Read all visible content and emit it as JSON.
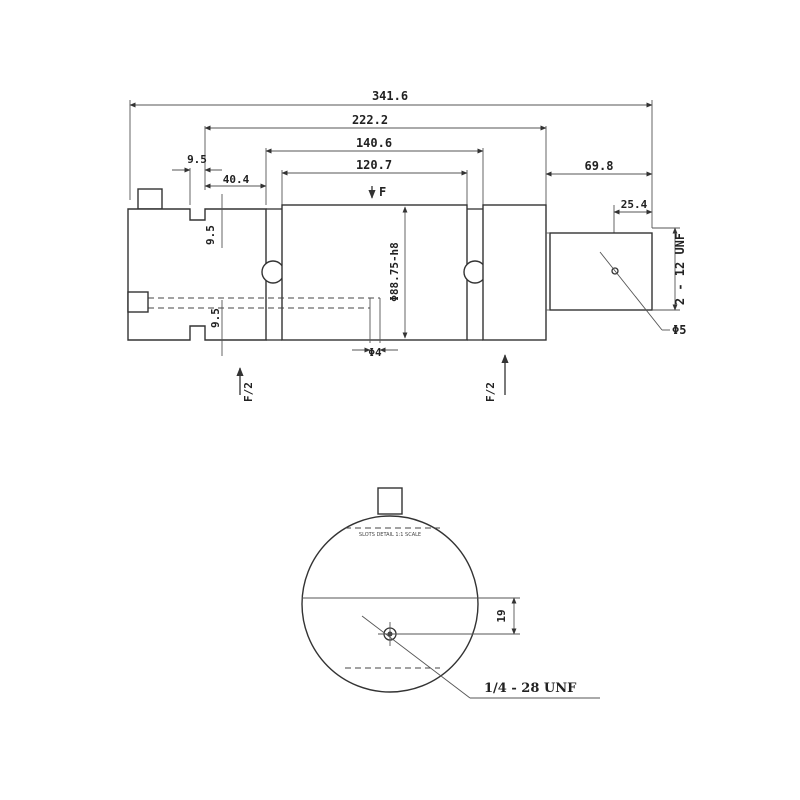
{
  "front_view": {
    "dimensions": {
      "overall": "341.6",
      "mid": "222.2",
      "span": "140.6",
      "center": "120.7",
      "left_gap": "9.5",
      "left_offset": "40.4",
      "right_ext": "69.8",
      "right_inner": "25.4",
      "slot_depth_top": "9.5",
      "slot_depth_bottom": "9.5",
      "diameter_vertical": "Φ88.75-h8",
      "bottom_hole": "Φ4",
      "hole_right": "Φ5",
      "thread_right": "2 - 12 UNF"
    },
    "labels": {
      "force": "F",
      "support_left": "F/2",
      "support_right": "F/2"
    }
  },
  "side_view": {
    "label_top": "SLOTS DETAIL 1:1 SCALE",
    "dimension_side": "19",
    "thread_label": "1/4 - 28 UNF"
  }
}
